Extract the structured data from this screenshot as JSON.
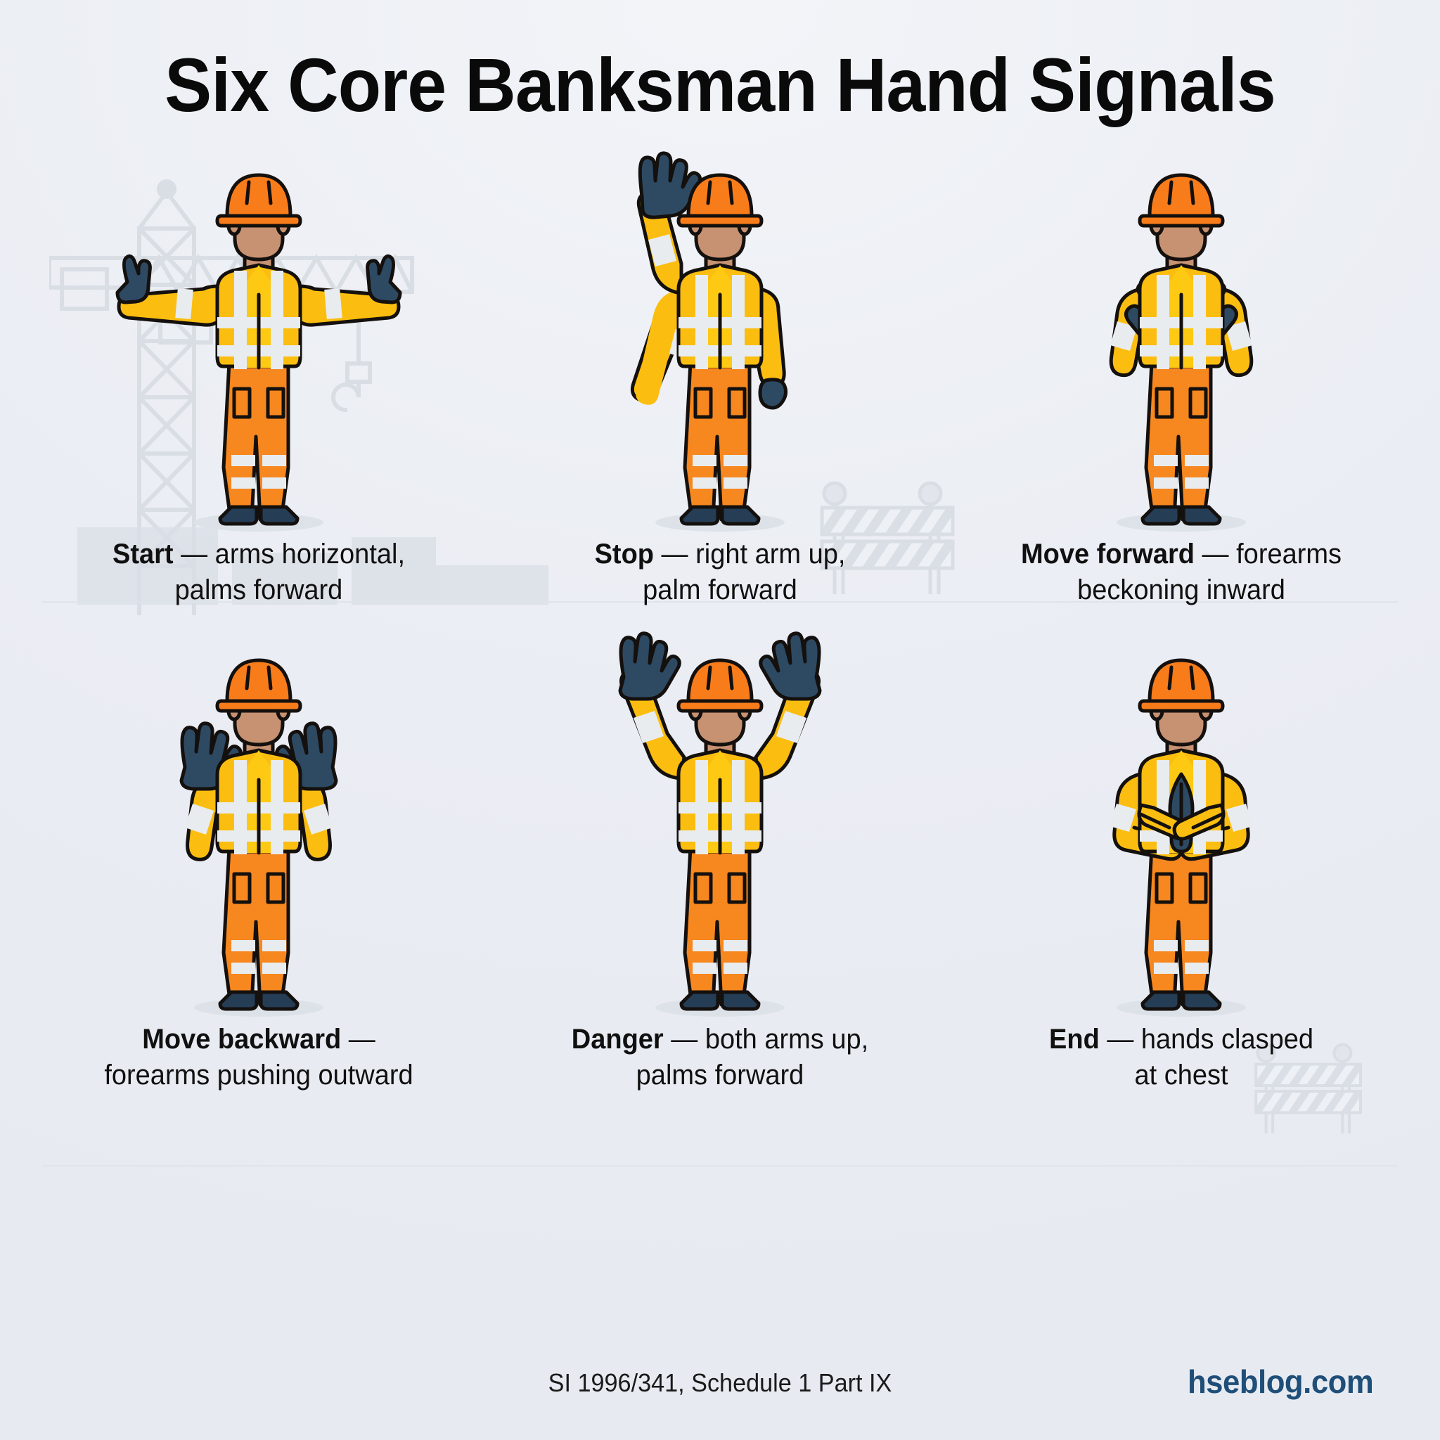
{
  "poster": {
    "title": "Six Core Banksman Hand Signals",
    "background_color": "#eef1f5",
    "ground_line_color": "#dfe3ea"
  },
  "palette": {
    "helmet_orange": "#F97C1B",
    "vest_yellow": "#FBBE10",
    "vest_yellow_light": "#FDC913",
    "trouser_orange": "#F7871F",
    "reflective_white": "#E8ECEF",
    "glove_navy": "#2E4A63",
    "boot_navy": "#253D55",
    "skin_tan": "#C79272",
    "shirt_navy": "#30546E",
    "outline": "#14100E",
    "background_art_grey": "#D9DEE5",
    "brand_blue": "#1f4e79"
  },
  "signals": [
    {
      "id": "start",
      "term": "Start",
      "dash": " — ",
      "description_line1": "arms horizontal,",
      "description_line2": "palms forward",
      "pose": "arms-horizontal",
      "background_prop": "tower-crane"
    },
    {
      "id": "stop",
      "term": "Stop",
      "dash": " — ",
      "description_line1": "right arm up,",
      "description_line2": "palm forward",
      "pose": "right-arm-up",
      "background_prop": "road-barrier"
    },
    {
      "id": "move-forward",
      "term": "Move forward",
      "dash": " — ",
      "description_line1": "forearms",
      "description_line2": "beckoning inward",
      "pose": "forearms-inward",
      "background_prop": "none"
    },
    {
      "id": "move-backward",
      "term": "Move backward",
      "dash": " — ",
      "description_line1": "",
      "description_line2": "forearms pushing outward",
      "pose": "forearms-outward",
      "background_prop": "none"
    },
    {
      "id": "danger",
      "term": "Danger",
      "dash": " — ",
      "description_line1": "both arms up,",
      "description_line2": "palms forward",
      "pose": "both-arms-up",
      "background_prop": "none"
    },
    {
      "id": "end",
      "term": "End",
      "dash": " — ",
      "description_line1": "hands clasped",
      "description_line2": "at chest",
      "pose": "hands-clasped",
      "background_prop": "road-barrier"
    }
  ],
  "footer": {
    "legal_reference": "SI 1996/341, Schedule 1 Part IX",
    "brand": "hseblog.com"
  }
}
